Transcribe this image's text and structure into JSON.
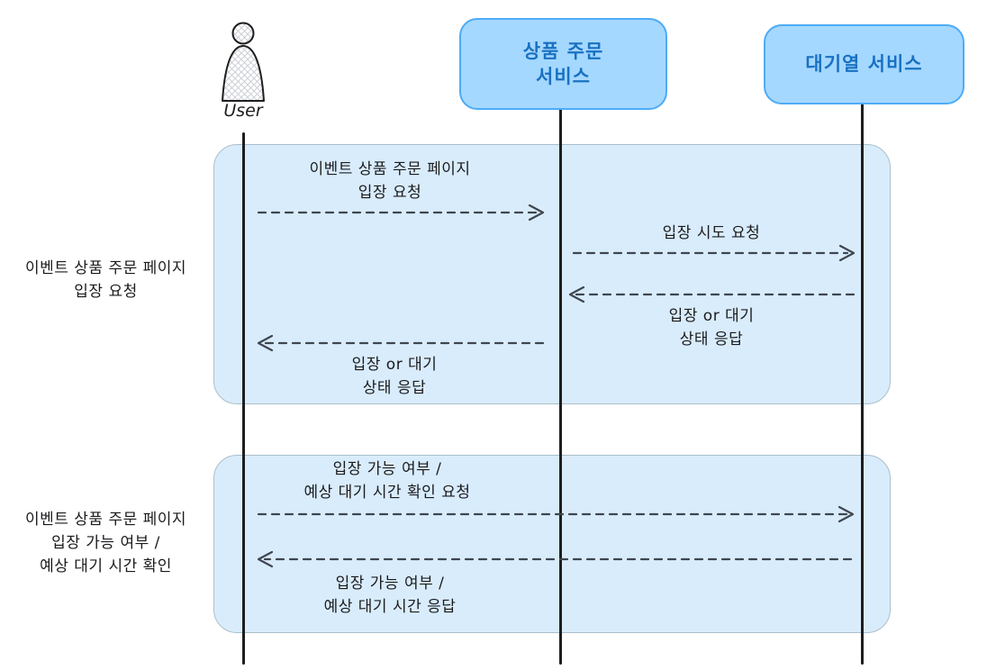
{
  "diagram_type": "sequence-diagram",
  "actors": {
    "user": {
      "label": "User",
      "type": "person"
    },
    "order_service": {
      "label": "상품 주문\n서비스",
      "type": "participant"
    },
    "queue_service": {
      "label": "대기열 서비스",
      "type": "participant"
    }
  },
  "groups": [
    {
      "label": "이벤트 상품 주문 페이지\n입장 요청"
    },
    {
      "label": "이벤트 상품 주문 페이지\n입장 가능 여부 /\n예상 대기 시간 확인"
    }
  ],
  "messages": [
    {
      "label": "이벤트 상품 주문 페이지\n입장 요청",
      "from": "user",
      "to": "order_service",
      "direction": "right",
      "style": "dashed"
    },
    {
      "label": "입장 시도 요청",
      "from": "order_service",
      "to": "queue_service",
      "direction": "right",
      "style": "dashed"
    },
    {
      "label": "입장 or 대기\n상태 응답",
      "from": "queue_service",
      "to": "order_service",
      "direction": "left",
      "style": "dashed"
    },
    {
      "label": "입장 or 대기\n상태 응답",
      "from": "order_service",
      "to": "user",
      "direction": "left",
      "style": "dashed"
    },
    {
      "label": "입장 가능 여부 /\n예상 대기 시간 확인 요청",
      "from": "user",
      "to": "queue_service",
      "direction": "right",
      "style": "dashed"
    },
    {
      "label": "입장 가능 여부 /\n예상 대기 시간 응답",
      "from": "queue_service",
      "to": "user",
      "direction": "left",
      "style": "dashed"
    }
  ],
  "colors": {
    "participant_fill": "#a5d8ff",
    "participant_stroke": "#4dabf7",
    "participant_text": "#1971c2",
    "frame_fill": "#d9ecfb",
    "frame_stroke": "#aabfcc",
    "arrow": "#3f4650",
    "lifeline": "#1e1e1e",
    "background": "#ffffff"
  }
}
